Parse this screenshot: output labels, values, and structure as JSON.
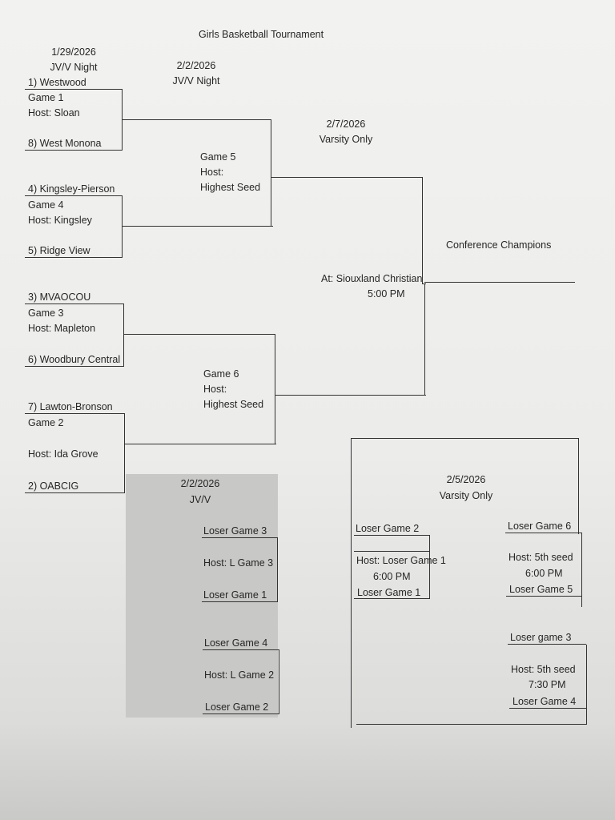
{
  "title": "Girls Basketball Tournament",
  "rounds": {
    "first": {
      "date": "1/29/2026",
      "label": "JV/V Night"
    },
    "second": {
      "date": "2/2/2026",
      "label": "JV/V Night"
    },
    "final": {
      "date": "2/7/2026",
      "label": "Varsity Only"
    }
  },
  "first_round": {
    "game1": {
      "top": "1) Westwood",
      "game": "Game 1",
      "host": "Host: Sloan",
      "bottom": "8) West Monona"
    },
    "game4": {
      "top": "4) Kingsley-Pierson",
      "game": "Game 4",
      "host": "Host: Kingsley",
      "bottom": "5) Ridge View"
    },
    "game3": {
      "top": "3) MVAOCOU",
      "game": "Game 3",
      "host": "Host: Mapleton",
      "bottom": "6) Woodbury Central"
    },
    "game2": {
      "top": "7) Lawton-Bronson",
      "game": "Game 2",
      "host": "Host: Ida Grove",
      "bottom": "2) OABCIG"
    }
  },
  "semis": {
    "game5": {
      "game": "Game 5",
      "host": "Host:",
      "host2": "Highest Seed"
    },
    "game6": {
      "game": "Game 6",
      "host": "Host:",
      "host2": "Highest Seed"
    }
  },
  "final": {
    "location": "At: Siouxland Christian",
    "time": "5:00 PM",
    "champion": "Conference Champions"
  },
  "consolation": {
    "date": "2/2/2026",
    "label": "JV/V",
    "match_a": {
      "top": "Loser Game 3",
      "host": "Host: L Game 3",
      "bottom": "Loser Game 1"
    },
    "match_b": {
      "top": "Loser Game 4",
      "host": "Host: L Game 2",
      "bottom": "Loser Game 2"
    }
  },
  "placement": {
    "date": "2/5/2026",
    "label": "Varsity Only",
    "left": {
      "top": "Loser Game 2",
      "host": "Host: Loser Game 1",
      "time": "6:00 PM",
      "bottom": "Loser Game 1"
    },
    "right_a": {
      "top": "Loser Game 6",
      "host": "Host: 5th seed",
      "time": "6:00 PM",
      "bottom": "Loser Game 5"
    },
    "right_b": {
      "top": "Loser game 3",
      "host": "Host: 5th seed",
      "time": "7:30 PM",
      "bottom": "Loser Game 4"
    }
  }
}
